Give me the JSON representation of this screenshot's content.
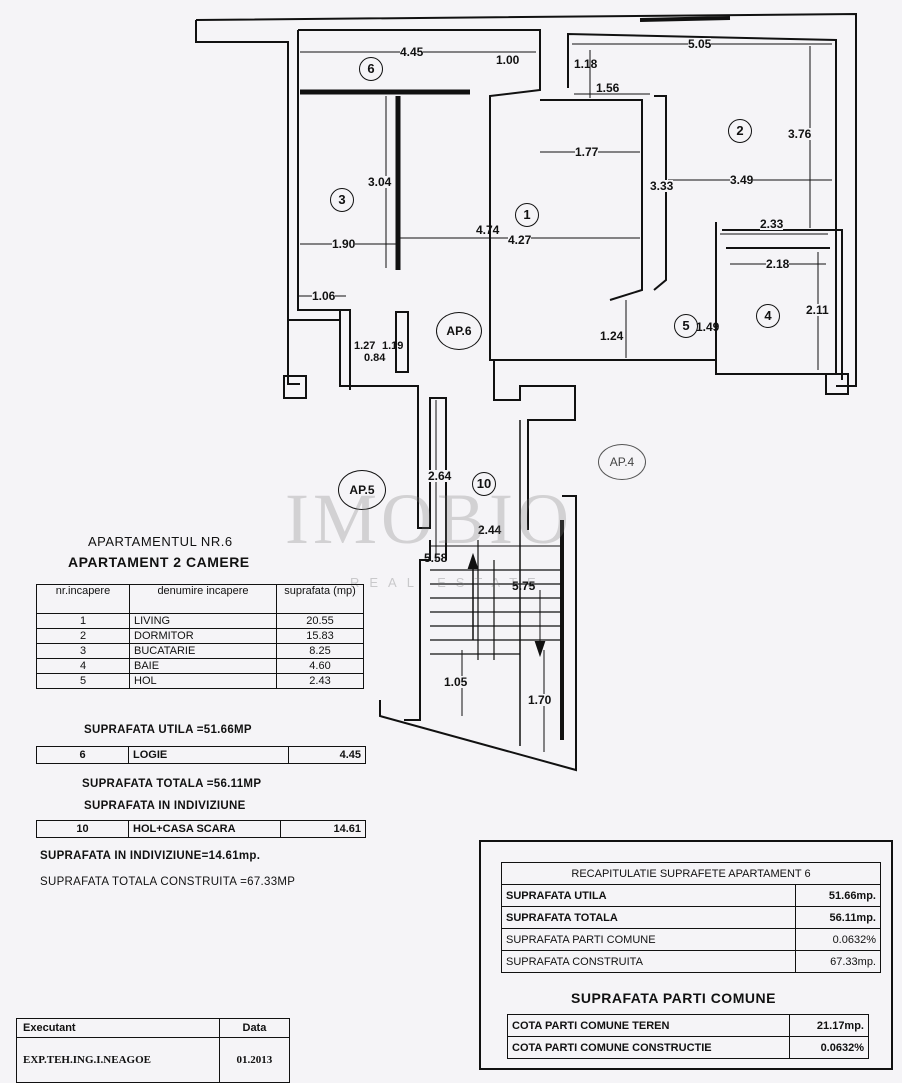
{
  "plan": {
    "room_markers": [
      "6",
      "3",
      "1",
      "2",
      "5",
      "4",
      "10"
    ],
    "apartment_tags": [
      "AP.6",
      "AP.5",
      "AP.4"
    ],
    "dimensions": [
      "4.45",
      "1.00",
      "1.18",
      "5.05",
      "1.56",
      "3.76",
      "1.77",
      "3.04",
      "3.33",
      "3.49",
      "4.74",
      "4.27",
      "1.90",
      "2.33",
      "2.18",
      "1.06",
      "1.49",
      "2.11",
      "1.24",
      "1.27",
      "1.19",
      "0.84",
      "2.64",
      "2.44",
      "5.58",
      "5.75",
      "1.05",
      "1.70"
    ]
  },
  "watermark": {
    "brand": "IMOBIO",
    "sub": "REAL ESTATE"
  },
  "summary": {
    "title": "APARTAMENTUL NR.6",
    "subtitle": "APARTAMENT 2 CAMERE",
    "headers": [
      "nr.incapere",
      "denumire incapere",
      "suprafata (mp)"
    ],
    "rooms": [
      {
        "nr": "1",
        "name": "LIVING",
        "area": "20.55"
      },
      {
        "nr": "2",
        "name": "DORMITOR",
        "area": "15.83"
      },
      {
        "nr": "3",
        "name": "BUCATARIE",
        "area": "8.25"
      },
      {
        "nr": "4",
        "name": "BAIE",
        "area": "4.60"
      },
      {
        "nr": "5",
        "name": "HOL",
        "area": "2.43"
      }
    ],
    "usable_line": "SUPRAFATA UTILA =51.66MP",
    "loggia": {
      "nr": "6",
      "name": "LOGIE",
      "area": "4.45"
    },
    "total_line": "SUPRAFATA TOTALA =56.11MP",
    "indiviziune_title": "SUPRAFATA IN INDIVIZIUNE",
    "common": {
      "nr": "10",
      "name": "HOL+CASA SCARA",
      "area": "14.61"
    },
    "indiviziune_line": "SUPRAFATA IN INDIVIZIUNE=14.61mp.",
    "built_line": "SUPRAFATA TOTALA CONSTRUITA =67.33MP"
  },
  "recap": {
    "title": "RECAPITULATIE SUPRAFETE APARTAMENT 6",
    "rows": [
      {
        "label": "SUPRAFATA UTILA",
        "value": "51.66mp."
      },
      {
        "label": "SUPRAFATA TOTALA",
        "value": "56.11mp."
      },
      {
        "label": "SUPRAFATA PARTI COMUNE",
        "value": "0.0632%"
      },
      {
        "label": "SUPRAFATA CONSTRUITA",
        "value": "67.33mp."
      }
    ],
    "common_title": "SUPRAFATA PARTI COMUNE",
    "common_rows": [
      {
        "label": "COTA PARTI COMUNE TEREN",
        "value": "21.17mp."
      },
      {
        "label": "COTA PARTI COMUNE CONSTRUCTIE",
        "value": "0.0632%"
      }
    ]
  },
  "executant": {
    "headers": [
      "Executant",
      "Data"
    ],
    "name": "EXP.TEH.ING.I.NEAGOE",
    "date": "01.2013"
  }
}
